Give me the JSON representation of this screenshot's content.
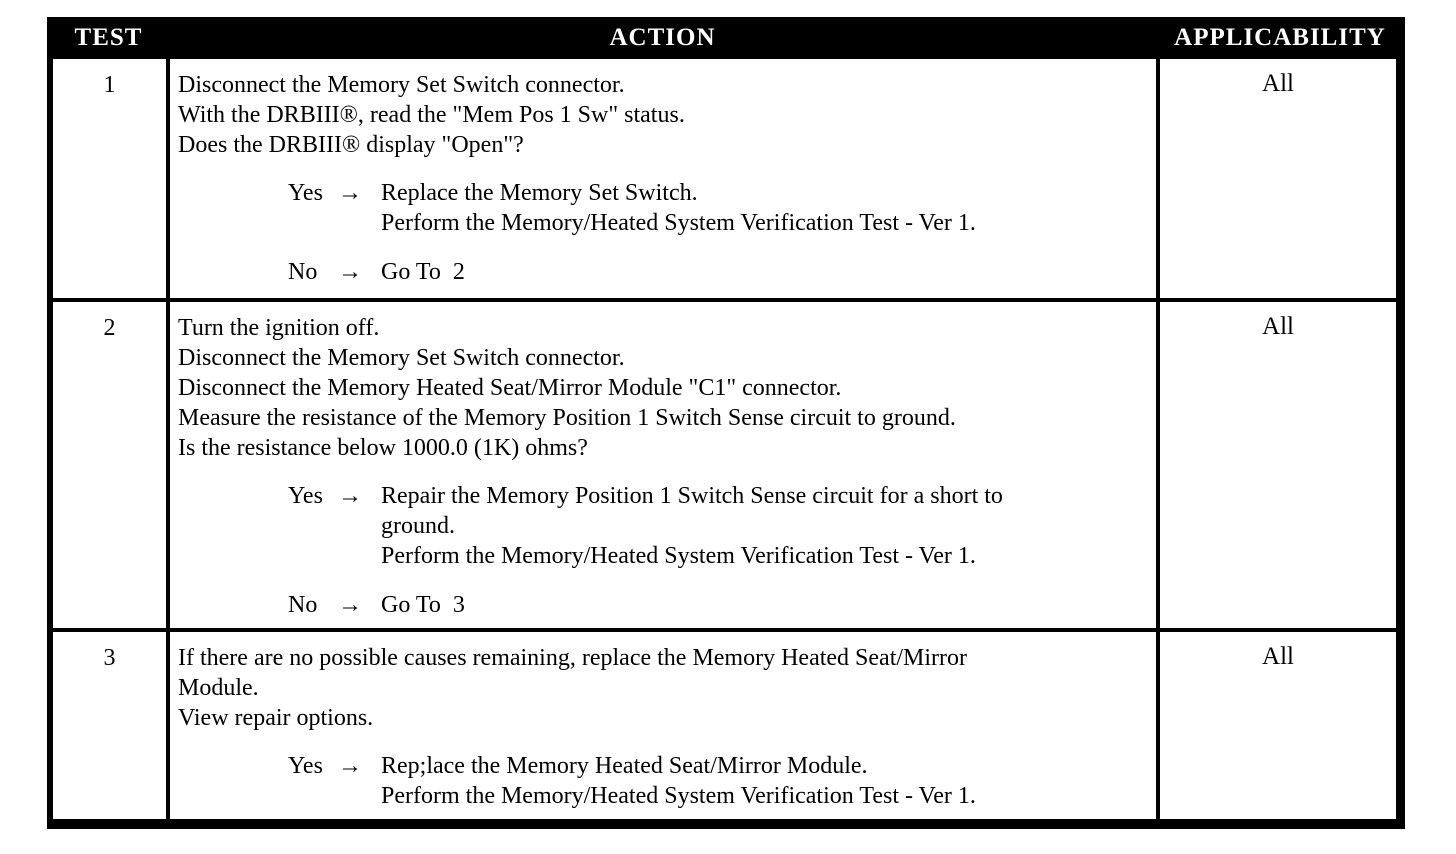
{
  "arrow": "→",
  "colors": {
    "ink": "#000000",
    "paper": "#ffffff"
  },
  "header": {
    "test": "TEST",
    "action": "ACTION",
    "applicability": "APPLICABILITY"
  },
  "rows": [
    {
      "test": "1",
      "applicability": "All",
      "action_lines": [
        "Disconnect the Memory Set Switch connector.",
        "With the DRBIII®, read the \"Mem Pos 1 Sw\" status.",
        "Does the DRBIII® display \"Open\"?"
      ],
      "branches": [
        {
          "label": "Yes",
          "lines": [
            "Replace the Memory Set Switch.",
            "Perform the Memory/Heated System Verification Test - Ver 1."
          ]
        },
        {
          "label": "No",
          "lines": [
            "Go To  2"
          ]
        }
      ]
    },
    {
      "test": "2",
      "applicability": "All",
      "action_lines": [
        "Turn the ignition off.",
        "Disconnect the Memory Set Switch connector.",
        "Disconnect the Memory Heated Seat/Mirror Module \"C1\" connector.",
        "Measure the resistance of the Memory Position 1 Switch Sense circuit to ground.",
        "Is the resistance below 1000.0 (1K) ohms?"
      ],
      "branches": [
        {
          "label": "Yes",
          "lines": [
            "Repair the Memory Position 1 Switch Sense circuit for a short to",
            "ground.",
            "Perform the Memory/Heated System Verification Test - Ver 1."
          ]
        },
        {
          "label": "No",
          "lines": [
            "Go To  3"
          ]
        }
      ]
    },
    {
      "test": "3",
      "applicability": "All",
      "action_lines": [
        "If there are no possible causes remaining, replace the Memory Heated Seat/Mirror",
        "Module.",
        "View repair options."
      ],
      "branches": [
        {
          "label": "Yes",
          "lines": [
            "Rep;lace the Memory Heated Seat/Mirror Module.",
            "Perform the Memory/Heated System Verification Test - Ver 1."
          ]
        }
      ]
    }
  ]
}
